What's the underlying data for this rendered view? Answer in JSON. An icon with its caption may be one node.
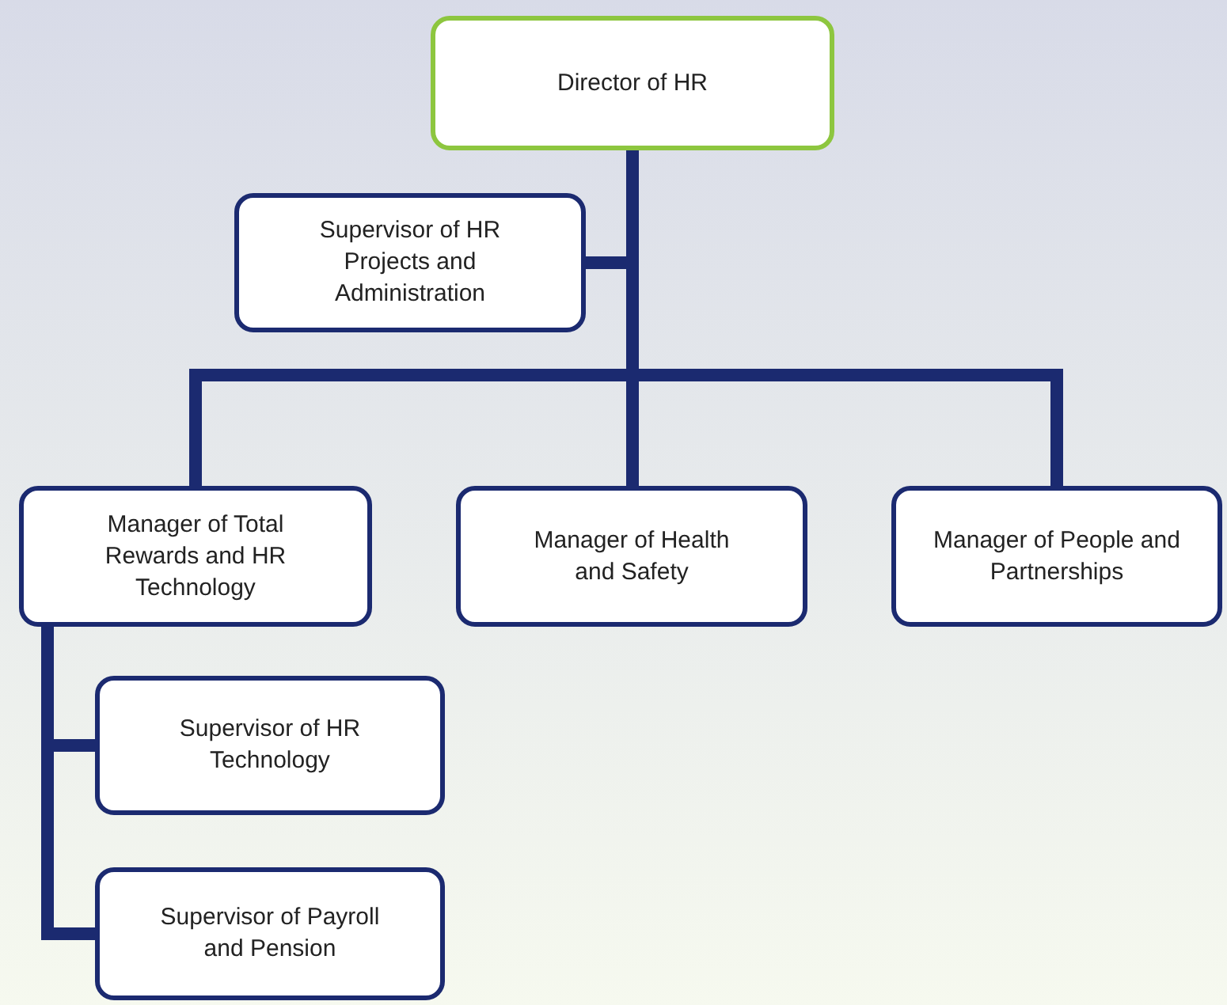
{
  "diagram": {
    "nodes": [
      {
        "text": [
          "Director of HR"
        ]
      },
      {
        "text": [
          "Supervisor of HR Projects and Administration"
        ]
      },
      {
        "text": [
          "Manager of Total Rewards and HR Technology"
        ]
      },
      {
        "text": [
          "Manager of Health and Safety"
        ]
      },
      {
        "text": [
          "Manager of People and Partnerships"
        ]
      },
      {
        "text": [
          "Supervisor of HR Technology"
        ]
      },
      {
        "text": [
          "Supervisor of Payroll and Pension"
        ]
      }
    ],
    "edges": [
      {
        "from": 0,
        "to": 1,
        "arrow": "none"
      },
      {
        "from": 0,
        "to": 2,
        "arrow": "none"
      },
      {
        "from": 0,
        "to": 3,
        "arrow": "none"
      },
      {
        "from": 0,
        "to": 4,
        "arrow": "none"
      },
      {
        "from": 2,
        "to": 5,
        "arrow": "none"
      },
      {
        "from": 2,
        "to": 6,
        "arrow": "none"
      }
    ]
  }
}
